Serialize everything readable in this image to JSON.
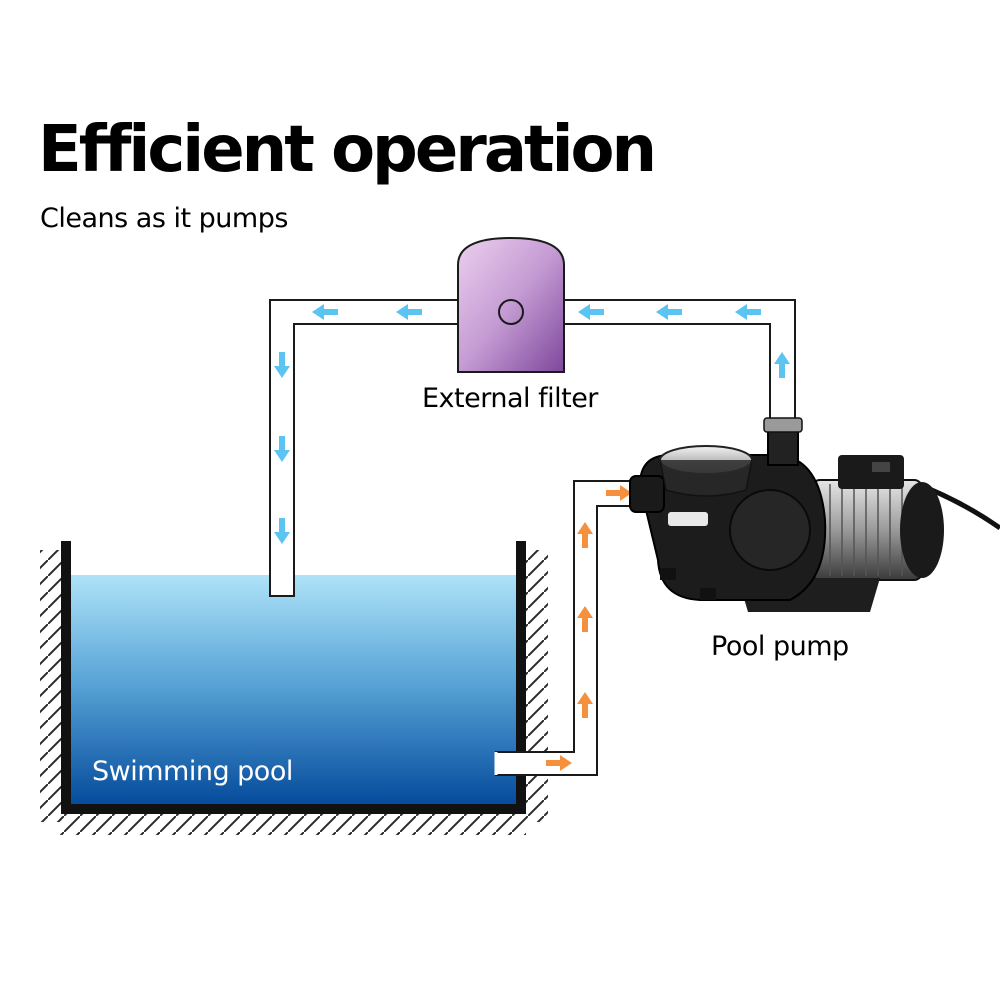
{
  "heading": {
    "title": "Efficient operation",
    "subtitle": "Cleans as it pumps"
  },
  "labels": {
    "filter": "External filter",
    "pump": "Pool pump",
    "pool": "Swimming pool"
  },
  "colors": {
    "return_arrow": "#5bc4f0",
    "intake_arrow": "#f5913e",
    "filter_fill_light": "#e6c3ea",
    "filter_fill_dark": "#8b55a6",
    "water_top": "#aee3f8",
    "water_bottom": "#02489a",
    "pipe_outline": "#1a1a1a"
  },
  "icons": {
    "return_flow": "arrow-icon",
    "intake_flow": "arrow-icon",
    "pump": "pool-pump-icon",
    "filter": "filter-tank-icon"
  }
}
